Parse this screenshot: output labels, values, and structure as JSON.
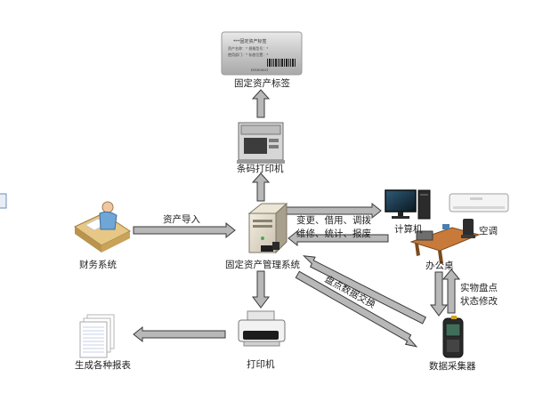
{
  "nodes": {
    "asset_tag_label": "固定资产标签",
    "tag_card": {
      "title": "***固定资产标签",
      "line1": "资产名称：*    规格型号：*",
      "line2": "使用部门：*    存放位置：*",
      "serial": "DN00001"
    },
    "barcode_printer": "条码打印机",
    "finance_system": "财务系统",
    "asset_system": "固定资产管理系统",
    "computer": "计算机",
    "aircon": "空调",
    "desk": "办公桌",
    "printer": "打印机",
    "reports": "生成各种报表",
    "data_collector": "数据采集器"
  },
  "edges": {
    "asset_import": "资产导入",
    "ops_line1": "变更、借用、调拨",
    "ops_line2": "维修、统计、报废",
    "inventory_exchange": "盘点数据交换",
    "inventory_status_line1": "实物盘点",
    "inventory_status_line2": "状态修改"
  },
  "colors": {
    "arrow_fill": "#b8b8b8",
    "arrow_stroke": "#3a3a3a",
    "screen": "#10222e",
    "aircon_body": "#f4f4f4"
  }
}
